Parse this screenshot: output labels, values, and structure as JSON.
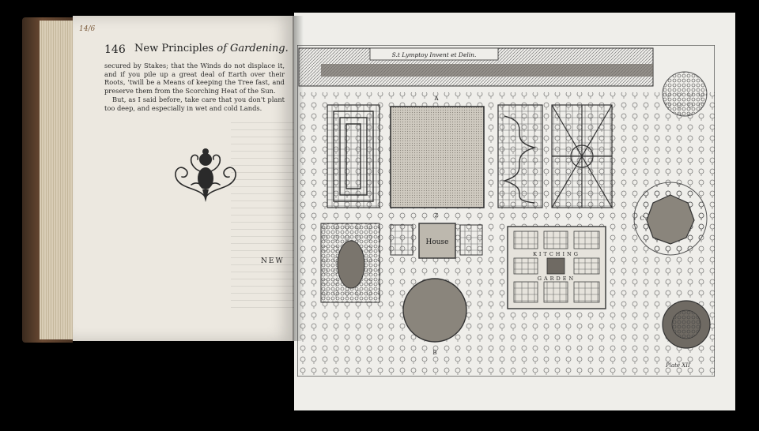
{
  "left_page": {
    "page_number": "146",
    "running_head_main": "New Principles ",
    "running_head_of": "of",
    "running_head_em": " Gardening.",
    "paragraph1": "secured by Stakes; that the Winds do not displace it, and if you pile up a great deal of Earth over their Roots, 'twill be a Means of keeping the Tree fast, and preserve them from the Scorching Heat of the Sun.",
    "paragraph2": "But, as I said before, take care that you don't plant too deep, and especially in wet and cold Lands.",
    "catchword": "NEW",
    "handwritten_note": "14/6"
  },
  "plate": {
    "title": "S.t Lymptoy Invent et Delin.",
    "label_house": "House",
    "label_kitchen_1": "KITCHING",
    "label_kitchen_2": "GARDEN",
    "letter_a": "A",
    "letter_b": "B",
    "letter_c": "C",
    "letter_z": "Z",
    "plate_number": "Plate XII"
  },
  "colors": {
    "background": "#000000",
    "paper": "#ece8e0",
    "ink": "#333333"
  }
}
